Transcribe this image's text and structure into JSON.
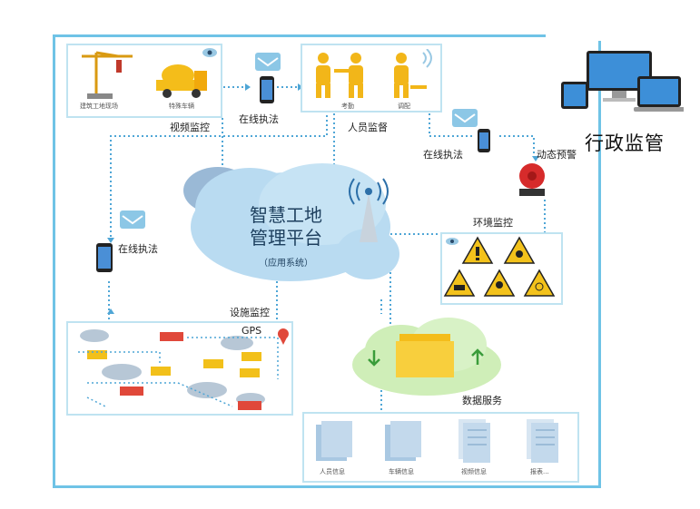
{
  "admin": {
    "title": "行政监管"
  },
  "platform": {
    "title_line1": "智慧工地",
    "title_line2": "管理平台",
    "subtitle": "（应用系统）"
  },
  "video": {
    "label": "视频监控",
    "site_caption": "建筑工地现场",
    "vehicle_caption": "特殊车辆"
  },
  "personnel": {
    "label": "人员监督",
    "attendance_caption": "考勤",
    "dispatch_caption": "调配"
  },
  "enforcement": {
    "top": "在线执法",
    "right": "在线执法",
    "left": "在线执法"
  },
  "alert": {
    "label": "动态预警"
  },
  "environment": {
    "label": "环境监控"
  },
  "facility": {
    "label": "设施监控",
    "gps": "GPS"
  },
  "data_service": {
    "label": "数据服务",
    "items": [
      "人员信息",
      "车辆信息",
      "视频信息",
      "报表..."
    ]
  },
  "colors": {
    "frame": "#6fc3e6",
    "dotted": "#4fa6d6",
    "cloud": "#b9dbf1",
    "green": "#cfeeb8",
    "warn": "#f3c21b"
  }
}
